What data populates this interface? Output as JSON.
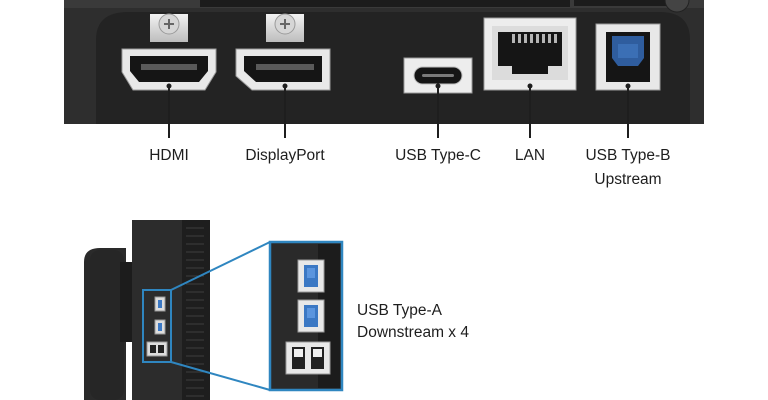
{
  "ports": [
    {
      "label": "HDMI",
      "icon": "hdmi-port-icon"
    },
    {
      "label": "DisplayPort",
      "icon": "displayport-port-icon"
    },
    {
      "label": "USB Type-C",
      "icon": "usb-c-port-icon"
    },
    {
      "label": "LAN",
      "icon": "ethernet-port-icon"
    },
    {
      "label": "USB Type-B",
      "label_line2": "Upstream",
      "icon": "usb-b-port-icon"
    }
  ],
  "side_panel": {
    "label": "USB Type-A",
    "label_line2": "Downstream x 4",
    "icon": "usb-a-port-icon"
  },
  "colors": {
    "panel": "#2b2b2b",
    "panel_dark": "#1a1a1a",
    "callout": "#2f86c0",
    "usb_blue": "#3b78c4",
    "usb_b_blue": "#2f5d9e",
    "metal": "#d9d9d9"
  }
}
